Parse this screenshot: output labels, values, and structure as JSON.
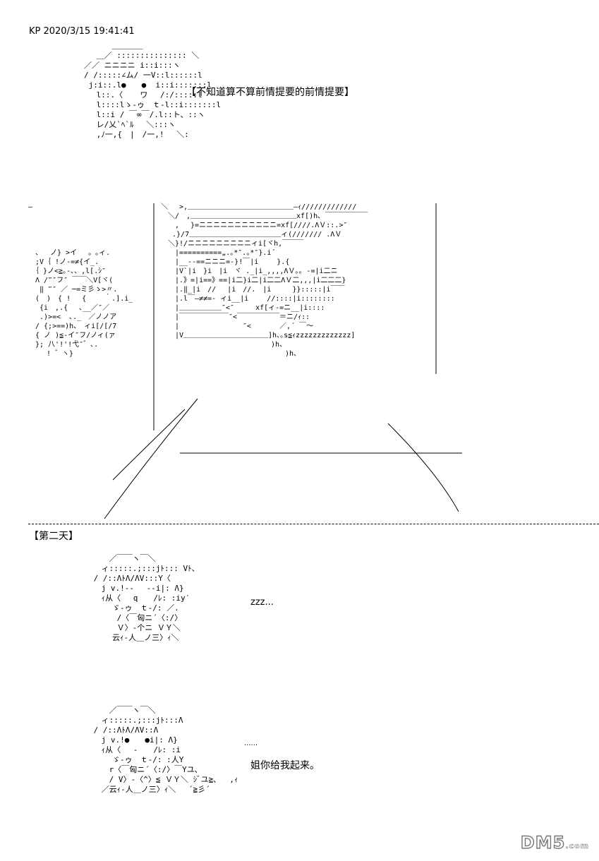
{
  "header": {
    "post_meta": "KP 2020/3/15 19:41:41"
  },
  "panel1": {
    "art_lines": [
      "　　　　 ＿＿＿＿",
      "　　 ＿／ ::::::::::::::: ＼",
      "　／／ ニニニニ i::i:::ヽ",
      "　/ /:::::∠ム/ 一V::l::::::l",
      "　 j:i::.l●　　●  i::i:::::::l",
      "　　 l::.〈 　 ワ　 /:/:::::l",
      "　　 l::::lゝ-ゥ　ｔ-l::i:::::::l",
      "　　 l::i / ￣∞￣/.l::ト、::ヽ",
      "　　 レ/乂`ﾍ`ﾙ　 ＼:::ヽ",
      "　　 ,ﾉ一,{　|　/一,!　 ＼:"
    ],
    "caption": "【不知道算不算前情提要的前情提要】"
  },
  "scene": {
    "left_art_lines": [
      "―",
      "",
      "",
      "",
      "",
      "　、　 ノ} >イ　 。｡ィ.",
      "　;V｛ !ノ-=≠{イ_.",
      "　｛ }ノ<≧｡-､、,l[.ｼ″",
      "　Λ /‴″フ″ ￣￣＼V[ヾ(",
      "　 ‖ ‴″ ／ ─=ミ彡ゝ>〃.",
      "　(　)　{ !　 {　　 ｀.].i_",
      "　 {i　,.{　 ､__／″／",
      "　 .)>=<  ､._　／ノノア",
      "　/ {;>==)h、　ィi[/[/7",
      "　{ ノ )≦-イ″フ/ノィ(ァ",
      "　}; 八'!'!弋″゛､.",
      "　　 ! ゛ヽ}"
    ],
    "sign_art_lines": [
      "＼　 >,＿＿＿＿＿＿＿＿＿＿＿＿＿＿＿―ｨ/////////////",
      "　＼/　,＿＿＿＿＿＿＿＿＿＿＿＿＿＿＿xf[)h､ ￣￣￣￣￣￣",
      "　　,　 }=ニニニニニニニニニニニ=xf[////.ΛＶ::.>″",
      "　 .}/7＿＿＿＿＿＿＿＿＿＿＿＿＿ィ(/////// .ΛＶ",
      "　＼}!/ニニニニニニニニニィi[ヾh,￣￣￣",
      "　　|==========„.｡*″.｡*″}.i´",
      "　　|__--==ニニニ=-}!￣|i　　 }.{",
      "　　|V`|i　}i　|i　ヾ ._|i_,,,,ΛＶ｡｡ -=|i二ニ",
      "　　|.》=|i==》==|i二}i二|i二二ΛＶ二,,,|i二二二}",
      "　　|.‖_|i　//　 |i　//.　|i　　　}}:::::|i￣￣",
      "　　|.l￣―≠≠=- ィi__|i　　 //::::|i::::::::",
      "　　|＿＿＿＿＿＿″<″　　　xf[ィ-=ニ__|i::::",
      "　　|￣￣￣￣￣￣￣″<￣￣￣￣￣￣＝ニ/ｨ::",
      "　　|　　　　　　　　　″<　　　　／,´ ￣～",
      "　　|V＿＿＿＿＿＿＿＿＿＿＿＿]h､｡s≦ｨzzzzzzzzzzzzz]",
      "　　　　　　　　　　　　　　　 )h、",
      "　　　　　　　　　　　　　　　　　 )h、"
    ]
  },
  "day2": {
    "label": "【第二天】",
    "art1_lines": [
      "　　　 ／￣￣ヽ￣＼",
      "　　 ィ:::::.;:::jﾄ::: Vﾄ、",
      "　 / /::ΛﾄΛ/ΛV:::Y〈",
      "　　 j v.!--　 --i|: Λ}",
      "　　 ｨ从〈　 q　　/ﾚ: :iy′",
      "　　　　ゞ-ゥ　ｔ-/: ／.",
      "　　　　 /〈￣匈ニ´〈:/〉",
      "　　　　 Ｖ〉-个ニ ＶＹ＼",
      "　　　　云ｨ-人＿ノ三〉ｨ＼"
    ],
    "line1": "zzz...",
    "art2_lines": [
      "　　　 ／￣￣ヽ￣＼",
      "　　 ィ:::::.;:::jﾄ:::Λ",
      "　 / /::ΛﾄΛ/ΛV::Λ",
      "　　 j v.!●　　●i|: Λ}",
      "　　 ｨ从〈　 ‐　　/ﾚ: :i",
      "　　　　ゞ-ゥ　ｔ-/: :人Y",
      "　　　 r〈￣匈ニ´〈:/〉￣Yユ､",
      "　　　 / V〉-〈^〉≦ ＶＹ＼ ｼﾞユ≧､　 ,ｨ",
      "　　 ／云ｨ-人＿ノ三〉ｨ＼　 ´≧彡´"
    ],
    "line2_dots": "......",
    "line2": "姐你给我起来。"
  },
  "watermark": {
    "brand": "DM5",
    "domain": ".com"
  }
}
